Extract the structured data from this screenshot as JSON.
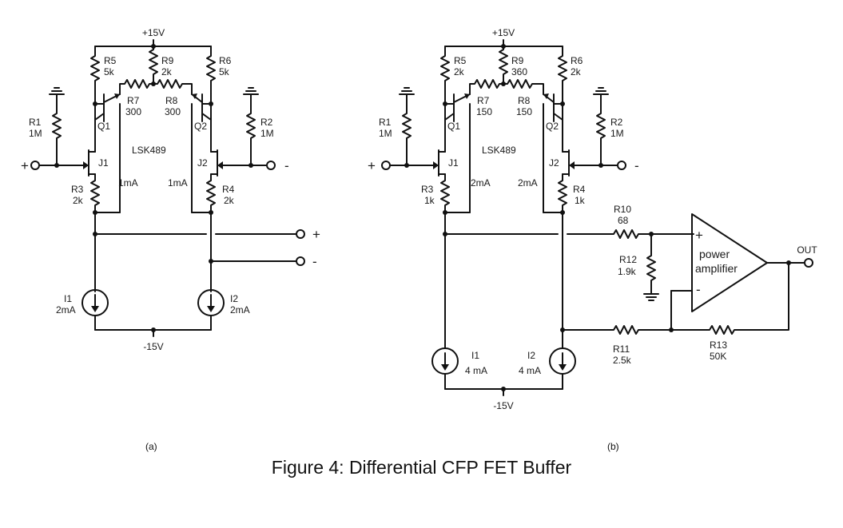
{
  "figure": {
    "caption": "Figure 4: Differential CFP FET Buffer",
    "panel_a_label": "(a)",
    "panel_b_label": "(b)"
  },
  "circuit_a": {
    "supply_pos": "+15V",
    "supply_neg": "-15V",
    "chip": "LSK489",
    "r1": {
      "name": "R1",
      "value": "1M"
    },
    "r2": {
      "name": "R2",
      "value": "1M"
    },
    "r3": {
      "name": "R3",
      "value": "2k"
    },
    "r4": {
      "name": "R4",
      "value": "2k"
    },
    "r5": {
      "name": "R5",
      "value": "5k"
    },
    "r6": {
      "name": "R6",
      "value": "5k"
    },
    "r7": {
      "name": "R7",
      "value": "300"
    },
    "r8": {
      "name": "R8",
      "value": "300"
    },
    "r9": {
      "name": "R9",
      "value": "2k"
    },
    "q1": "Q1",
    "q2": "Q2",
    "j1": "J1",
    "j2": "J2",
    "i_left": "1mA",
    "i_right": "1mA",
    "src1": {
      "name": "I1",
      "value": "2mA"
    },
    "src2": {
      "name": "I2",
      "value": "2mA"
    },
    "in_plus": "+",
    "in_minus": "-",
    "out_plus": "+",
    "out_minus": "-"
  },
  "circuit_b": {
    "supply_pos": "+15V",
    "supply_neg": "-15V",
    "chip": "LSK489",
    "r1": {
      "name": "R1",
      "value": "1M"
    },
    "r2": {
      "name": "R2",
      "value": "1M"
    },
    "r3": {
      "name": "R3",
      "value": "1k"
    },
    "r4": {
      "name": "R4",
      "value": "1k"
    },
    "r5": {
      "name": "R5",
      "value": "2k"
    },
    "r6": {
      "name": "R6",
      "value": "2k"
    },
    "r7": {
      "name": "R7",
      "value": "150"
    },
    "r8": {
      "name": "R8",
      "value": "150"
    },
    "r9": {
      "name": "R9",
      "value": "360"
    },
    "r10": {
      "name": "R10",
      "value": "68"
    },
    "r11": {
      "name": "R11",
      "value": "2.5k"
    },
    "r12": {
      "name": "R12",
      "value": "1.9k"
    },
    "r13": {
      "name": "R13",
      "value": "50K"
    },
    "q1": "Q1",
    "q2": "Q2",
    "j1": "J1",
    "j2": "J2",
    "i_left": "2mA",
    "i_right": "2mA",
    "src1": {
      "name": "I1",
      "value": "4 mA"
    },
    "src2": {
      "name": "I2",
      "value": "4 mA"
    },
    "in_plus": "+",
    "in_minus": "-",
    "amp_line1": "power",
    "amp_line2": "amplifier",
    "amp_plus": "+",
    "amp_minus": "-",
    "out_label": "OUT"
  }
}
